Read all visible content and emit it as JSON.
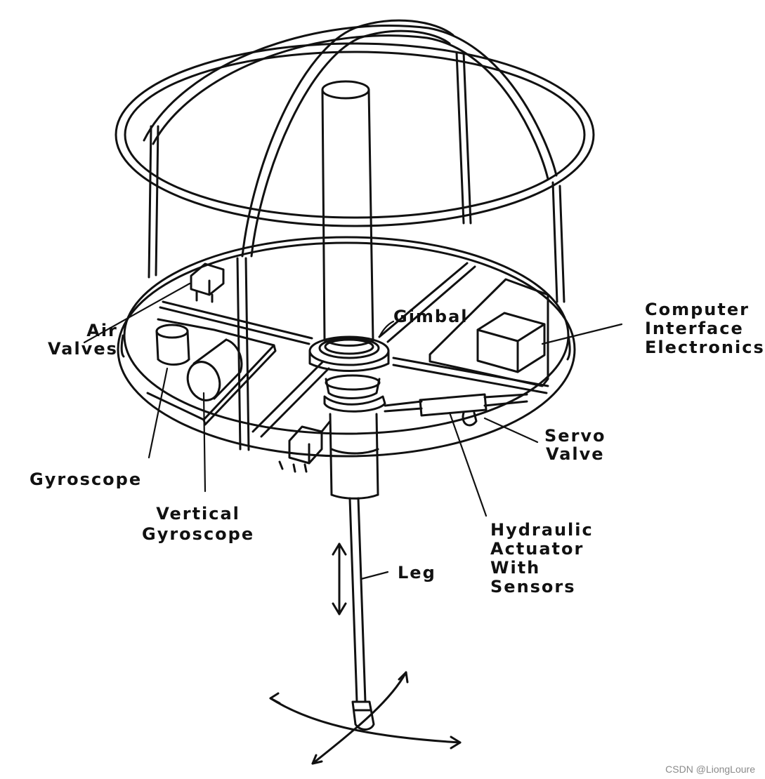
{
  "labels": {
    "air_valves": [
      "Air",
      "Valves"
    ],
    "gimbal": "Gimbal",
    "computer_interface": [
      "Computer",
      "Interface",
      "Electronics"
    ],
    "servo_valve": [
      "Servo",
      "Valve"
    ],
    "gyroscope": "Gyroscope",
    "vertical_gyroscope": [
      "Vertical",
      "Gyroscope"
    ],
    "hydraulic_actuator": [
      "Hydraulic",
      "Actuator",
      "With",
      "Sensors"
    ],
    "leg": "Leg"
  },
  "watermark": "CSDN @LiongLoure",
  "colors": {
    "line": "#111111",
    "background": "#ffffff",
    "watermark": "#8a8a8a"
  }
}
